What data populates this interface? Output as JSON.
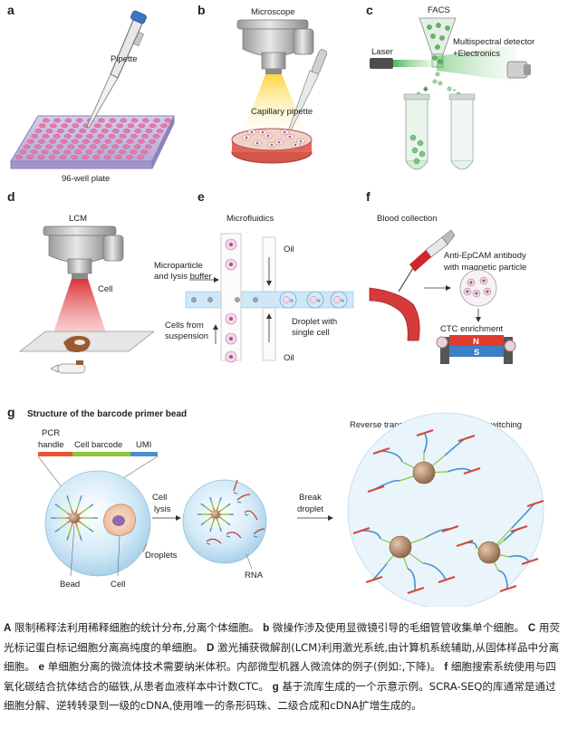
{
  "panels": {
    "a": {
      "letter": "a",
      "pipette": "Pipette",
      "plate": "96-well plate"
    },
    "b": {
      "letter": "b",
      "microscope": "Microscope",
      "capillary": "Capillary pipette"
    },
    "c": {
      "letter": "c",
      "facs": "FACS",
      "laser": "Laser",
      "detector_line1": "Multispectral detector",
      "detector_line2": "+Electronics",
      "plus": "+",
      "minus": "-"
    },
    "d": {
      "letter": "d",
      "lcm": "LCM",
      "cell": "Cell"
    },
    "e": {
      "letter": "e",
      "title": "Microfluidics",
      "buffer_line1": "Microparticle",
      "buffer_line2": "and lysis buffer",
      "oil_top": "Oil",
      "oil_bottom": "Oil",
      "cells_line1": "Cells from",
      "cells_line2": "suspension",
      "droplet_line1": "Droplet with",
      "droplet_line2": "single cell"
    },
    "f": {
      "letter": "f",
      "title": "Blood collection",
      "antibody_line1": "Anti-EpCAM antibody",
      "antibody_line2": "with magnetic particle",
      "ctc": "CTC enrichment",
      "north": "N",
      "south": "S"
    },
    "g": {
      "letter": "g",
      "title": "Structure of the barcode primer bead",
      "pcr_line1": "PCR",
      "pcr_line2": "handle",
      "barcode": "Cell barcode",
      "umi": "UMI",
      "lysis_line1": "Cell",
      "lysis_line2": "lysis",
      "break_line1": "Break",
      "break_line2": "droplet",
      "droplets": "Droplets",
      "bead": "Bead",
      "cell": "Cell",
      "rna": "RNA",
      "rt_title": "Reverse transcription with template switching"
    }
  },
  "caption": [
    {
      "key": "A",
      "text": " 限制稀释法利用稀释细胞的统计分布,分离个体细胞。 "
    },
    {
      "key": "b",
      "text": " 微操作涉及使用显微镜引导的毛细管管收集单个细胞。 "
    },
    {
      "key": "C",
      "text": " 用荧光标记蛋白标记细胞分离高纯度的单细胞。 "
    },
    {
      "key": "D",
      "text": " 激光捕获微解剖(LCM)利用激光系统,由计算机系统辅助,从固体样品中分离细胞。 "
    },
    {
      "key": "e",
      "text": " 单细胞分离的微流体技术需要纳米体积。内部微型机器人微流体的例子(例如:,下降)。 "
    },
    {
      "key": "f",
      "text": " 细胞搜索系统使用与四氧化碳结合抗体结合的磁铁,从患者血液样本中计数CTC。 "
    },
    {
      "key": "g",
      "text": " 基于流库生成的一个示意示例。SCRA-SEQ的库通常是通过细胞分解、逆转转录到一级的cDNA,使用唯一的条形码珠、二级合成和cDNA扩增生成的。"
    }
  ],
  "colors": {
    "pcr_handle": "#e8542f",
    "cell_barcode": "#8dc63f",
    "umi": "#4a90c8",
    "laser_green": "#3cae4a",
    "lcm_red": "#d9262b",
    "droplet_blue": "#cde6f4",
    "magnet_north": "#e03a2e",
    "magnet_south": "#3b7fc4",
    "bead_brown": "#b38a6a"
  }
}
